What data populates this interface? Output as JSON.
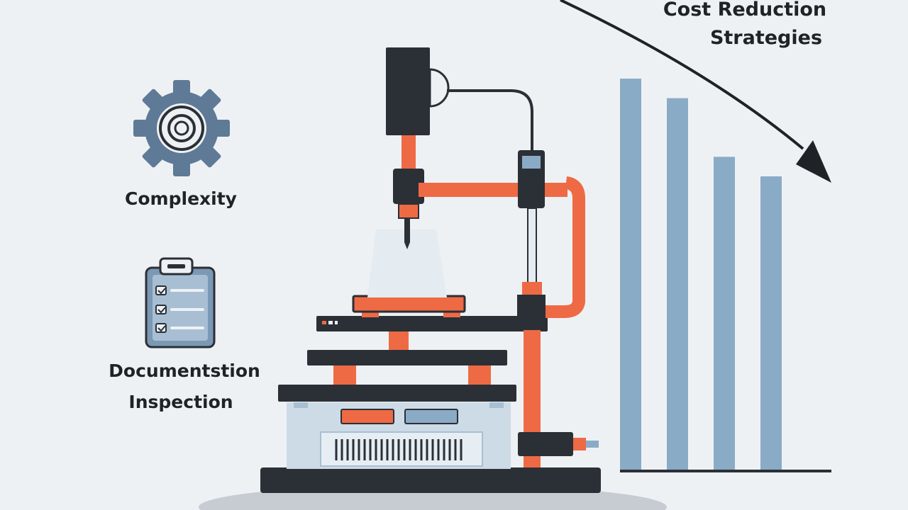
{
  "title": {
    "line1": "Cost Reduction",
    "line2": "Strategies"
  },
  "labels": {
    "complexity": "Complexity",
    "documentation_line1": "Documentstion",
    "documentation_line2": "Inspection"
  },
  "icons": {
    "gear": "gear-icon",
    "clipboard": "clipboard-checklist-icon",
    "machine": "cnc-machine-illustration",
    "trend_arrow": "downward-trend-arrow"
  },
  "chart_data": {
    "type": "bar",
    "values": [
      100,
      95,
      80,
      75
    ]
  },
  "colors": {
    "background": "#eef1f4",
    "dark": "#2b2f36",
    "orange": "#ee6a45",
    "steel_blue": "#8aabc6",
    "gear_blue": "#5e7a96",
    "machine_light": "#cddbe7",
    "floor_shadow": "#c7ccd3"
  }
}
